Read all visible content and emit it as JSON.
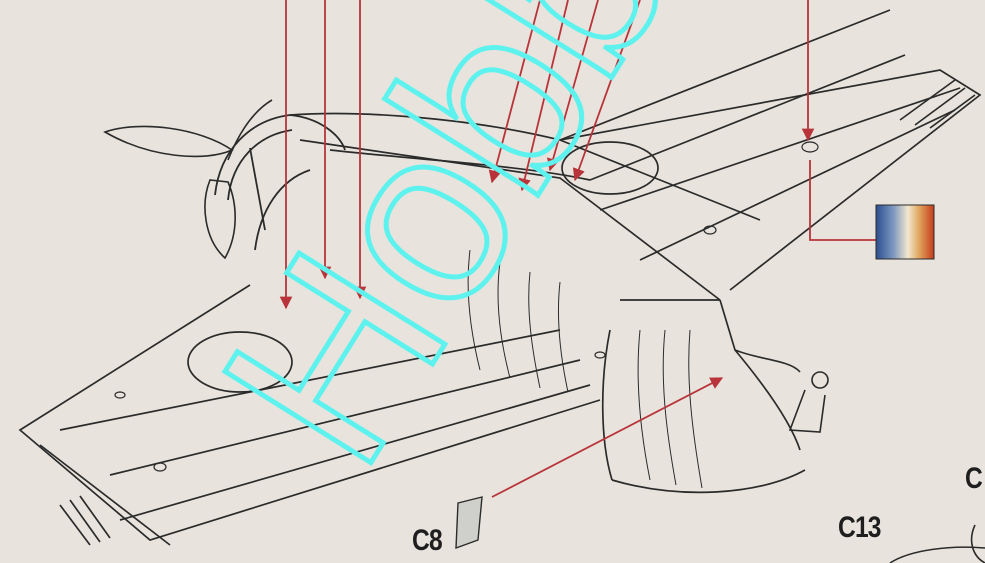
{
  "labels": {
    "c8": "C8",
    "c13": "C13",
    "edge": "C"
  },
  "watermark": {
    "text": "Hobb",
    "color": "#5ef2ef"
  },
  "colors": {
    "line_art": "#2b2b2b",
    "arrow": "#b8343a",
    "paper": "#e8e4dd",
    "paint_swatch": [
      "#2a4f8f",
      "#7d97c0",
      "#f2e7cf",
      "#e0a35b",
      "#c23a1e"
    ]
  }
}
